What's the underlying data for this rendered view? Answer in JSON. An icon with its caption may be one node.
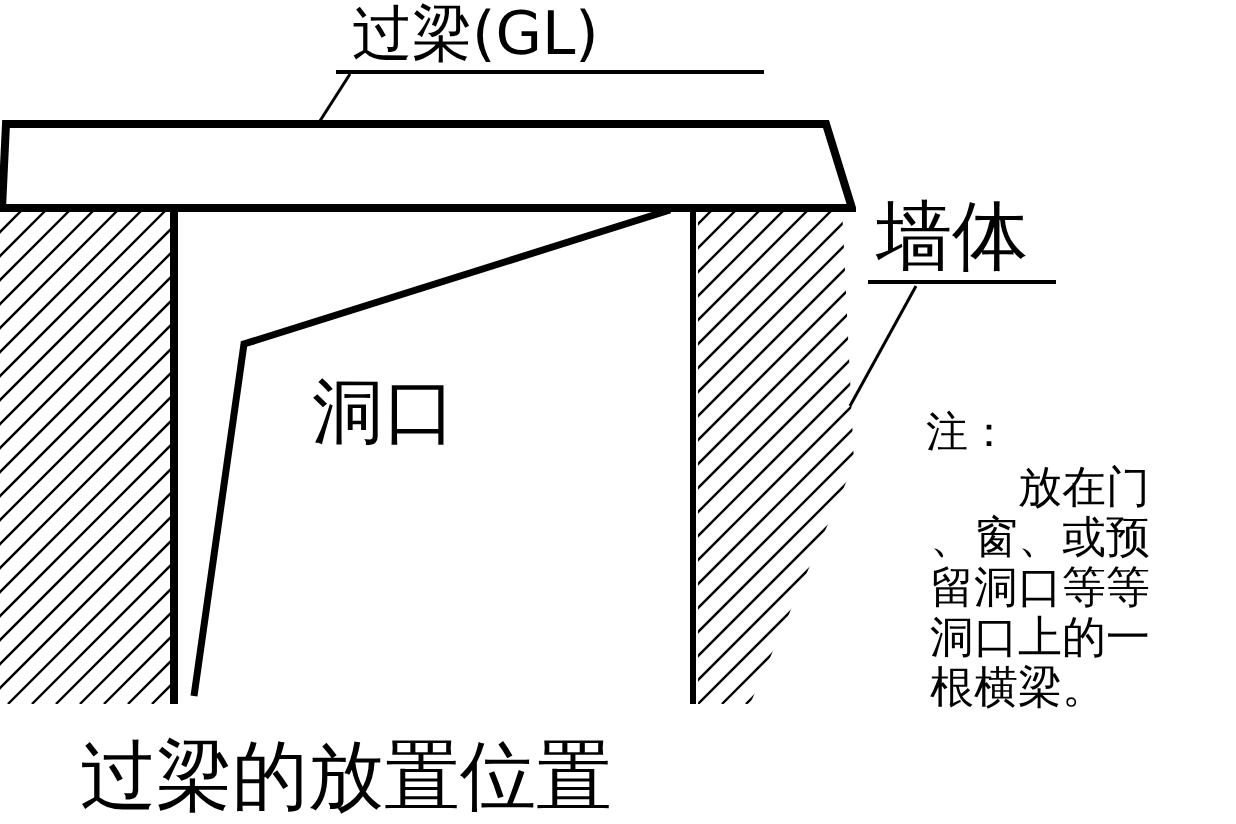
{
  "diagram": {
    "caption": "过梁的放置位置",
    "nodes": [
      {
        "text": [
          "过梁(GL)"
        ]
      },
      {
        "text": [],
        "shape": "bar"
      },
      {
        "text": [
          "墙体"
        ]
      },
      {
        "text": [],
        "shape": "box"
      },
      {
        "text": [
          "洞口"
        ]
      }
    ],
    "edges": [
      {
        "from": 0,
        "to": 1,
        "arrow": "none"
      },
      {
        "from": 2,
        "to": 3,
        "arrow": "none"
      }
    ],
    "labels": [
      "注：",
      "放在门、窗、或预留洞口等等洞口上的一根横梁。"
    ]
  }
}
